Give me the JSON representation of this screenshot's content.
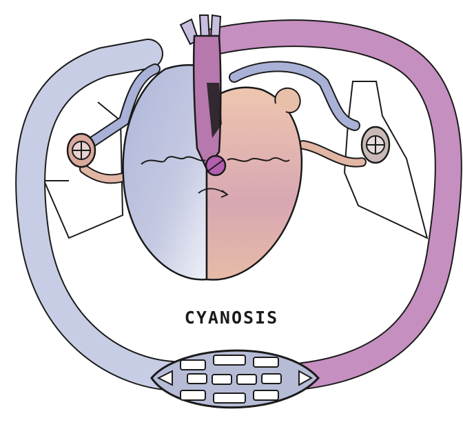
{
  "caption": "CYANOSIS",
  "colors": {
    "deoxygenated_vessel": "#aab3d6",
    "deoxygenated_heart": "#b9bfdd",
    "oxygenated_heart": "#e7b9a4",
    "mixed_aorta": "#b678ad",
    "mixed_systemic_artery": "#c58fc0",
    "pulmonary_vein": "#e2b6a4",
    "outline": "#1a1a1a"
  },
  "icons": [
    "heart-diagram",
    "lung-left",
    "lung-right",
    "alveolus-left",
    "alveolus-right",
    "systemic-capillary-bed",
    "right-to-left-shunt-arrow"
  ]
}
